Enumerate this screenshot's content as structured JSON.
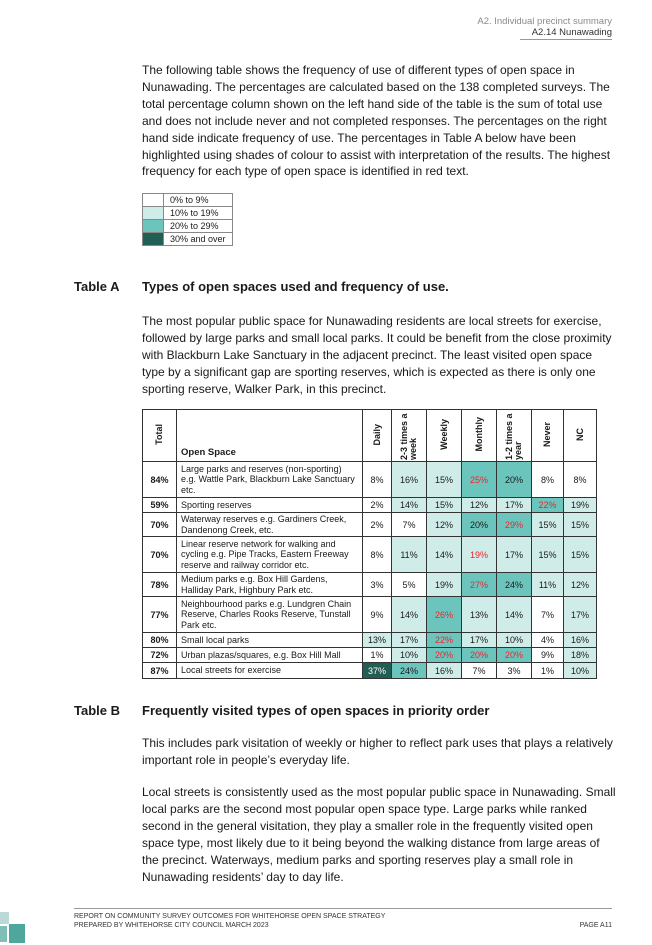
{
  "header": {
    "section": "A2. Individual precinct summary",
    "subsection": "A2.14 Nunawading"
  },
  "intro": "The following table shows the frequency of use of different types of open space in Nunawading. The percentages are calculated based on the 138 completed surveys. The total percentage column shown on the left hand side of the table is the sum of total use and does not include never and not completed responses. The percentages on the right hand side indicate frequency of use. The percentages in Table A below have been highlighted using shades of colour to assist with interpretation of the results. The highest frequency for each type of open space is identified in red text.",
  "legend": [
    {
      "label": "0% to 9%",
      "color": "#ffffff"
    },
    {
      "label": "10% to 19%",
      "color": "#cfece9"
    },
    {
      "label": "20% to 29%",
      "color": "#6cc5bd"
    },
    {
      "label": "30% and over",
      "color": "#215f55"
    }
  ],
  "table_a": {
    "label": "Table A",
    "title": "Types of open spaces used and frequency of use.",
    "description": "The most popular public space for Nunawading residents are local streets for exercise, followed by large parks and small local parks. It could be benefit from the close proximity with Blackburn Lake Sanctuary in the adjacent precinct. The least visited open space type by a significant gap are sporting reserves, which is expected as there is only one sporting reserve, Walker Park, in this precinct.",
    "columns": {
      "total": "Total",
      "name": "Open Space",
      "daily": "Daily",
      "week": "2-3 times a week",
      "weekly": "Weekly",
      "monthly": "Monthly",
      "year": "1-2 times a year",
      "never": "Never",
      "nc": "NC"
    },
    "rows": [
      {
        "total": "84%",
        "name": "Large parks and reserves (non-sporting) e.g. Wattle Park, Blackburn Lake Sanctuary etc.",
        "vals": [
          "8%",
          "16%",
          "15%",
          "25%",
          "20%",
          "8%",
          "8%"
        ]
      },
      {
        "total": "59%",
        "name": "Sporting reserves",
        "vals": [
          "2%",
          "14%",
          "15%",
          "12%",
          "17%",
          "22%",
          "19%"
        ]
      },
      {
        "total": "70%",
        "name": "Waterway reserves e.g. Gardiners Creek, Dandenong Creek, etc.",
        "vals": [
          "2%",
          "7%",
          "12%",
          "20%",
          "29%",
          "15%",
          "15%"
        ]
      },
      {
        "total": "70%",
        "name": "Linear reserve network for walking and cycling e.g. Pipe Tracks, Eastern Freeway reserve and railway corridor etc.",
        "vals": [
          "8%",
          "11%",
          "14%",
          "19%",
          "17%",
          "15%",
          "15%"
        ]
      },
      {
        "total": "78%",
        "name": "Medium parks e.g. Box Hill Gardens, Halliday Park, Highbury Park etc.",
        "vals": [
          "3%",
          "5%",
          "19%",
          "27%",
          "24%",
          "11%",
          "12%"
        ]
      },
      {
        "total": "77%",
        "name": "Neighbourhood parks e.g. Lundgren Chain Reserve, Charles Rooks Reserve, Tunstall Park etc.",
        "vals": [
          "9%",
          "14%",
          "26%",
          "13%",
          "14%",
          "7%",
          "17%"
        ]
      },
      {
        "total": "80%",
        "name": "Small local parks",
        "vals": [
          "13%",
          "17%",
          "22%",
          "17%",
          "10%",
          "4%",
          "16%"
        ]
      },
      {
        "total": "72%",
        "name": "Urban plazas/squares, e.g. Box Hill Mall",
        "vals": [
          "1%",
          "10%",
          "20%",
          "20%",
          "20%",
          "9%",
          "18%"
        ]
      },
      {
        "total": "87%",
        "name": "Local streets for exercise",
        "vals": [
          "37%",
          "24%",
          "16%",
          "7%",
          "3%",
          "1%",
          "10%"
        ]
      }
    ],
    "highlight": [
      [
        false,
        false,
        false,
        true,
        false,
        false,
        false
      ],
      [
        false,
        false,
        false,
        false,
        false,
        true,
        false
      ],
      [
        false,
        false,
        false,
        false,
        true,
        false,
        false
      ],
      [
        false,
        false,
        false,
        true,
        false,
        false,
        false
      ],
      [
        false,
        false,
        false,
        true,
        false,
        false,
        false
      ],
      [
        false,
        false,
        true,
        false,
        false,
        false,
        false
      ],
      [
        false,
        false,
        true,
        false,
        false,
        false,
        false
      ],
      [
        false,
        false,
        true,
        true,
        true,
        false,
        false
      ],
      [
        true,
        false,
        false,
        false,
        false,
        false,
        false
      ]
    ]
  },
  "table_b": {
    "label": "Table B",
    "title": "Frequently visited types of open spaces in priority order",
    "para1": "This includes park visitation of weekly or higher to reflect park uses that plays a relatively important role in people’s everyday life.",
    "para2": "Local streets is consistently used as the most popular public space in Nunawading. Small local parks are the second most popular open space type. Large parks while ranked second in the general visitation, they play a smaller role in the frequently visited open space type, most likely due to it being beyond the walking distance from large areas of the precinct. Waterways, medium parks and sporting reserves play a small role in Nunawading residents’ day to day life."
  },
  "footer": {
    "line1": "REPORT ON COMMUNITY SURVEY OUTCOMES FOR WHITEHORSE OPEN SPACE STRATEGY",
    "line2": "PREPARED BY WHITEHORSE CITY COUNCIL MARCH 2023",
    "page": "PAGE A11"
  }
}
